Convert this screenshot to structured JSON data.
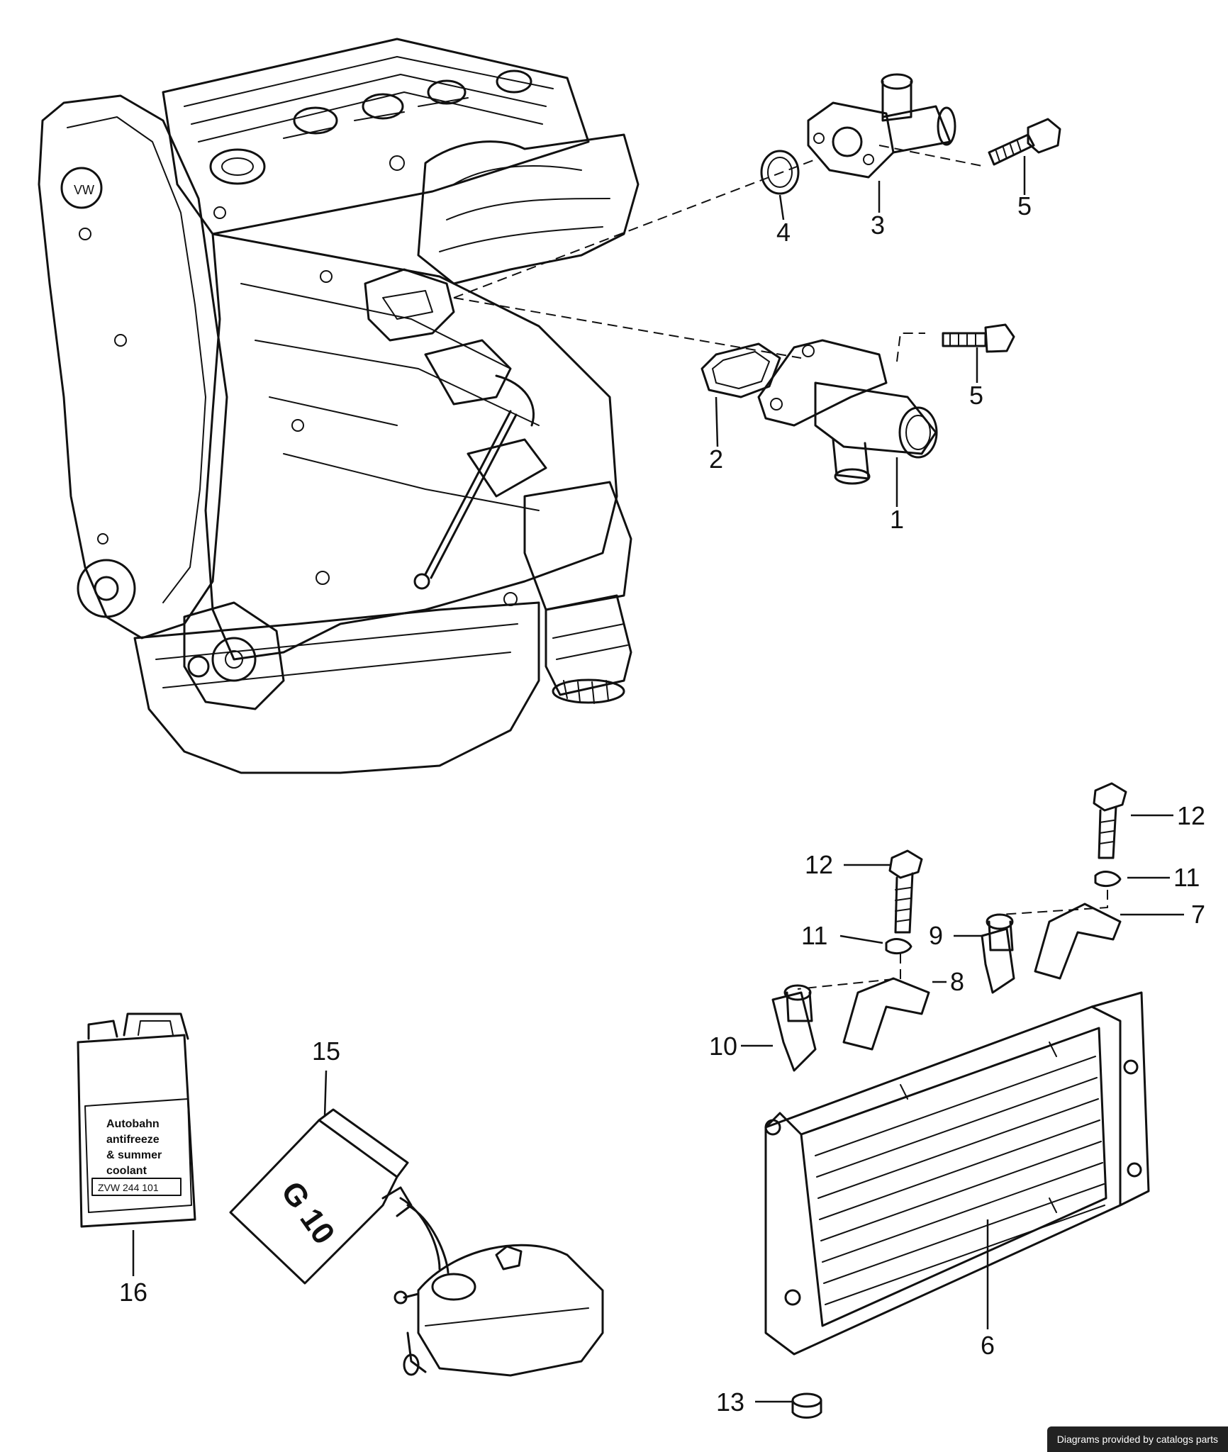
{
  "diagram": {
    "labels": {
      "part_1": "1",
      "part_2": "2",
      "part_3": "3",
      "part_4": "4",
      "part_5a": "5",
      "part_5b": "5",
      "part_6": "6",
      "part_7": "7",
      "part_8": "8",
      "part_9": "9",
      "part_10": "10",
      "part_11a": "11",
      "part_11b": "11",
      "part_12a": "12",
      "part_12b": "12",
      "part_13": "13",
      "part_15": "15",
      "part_16": "16"
    },
    "jug_text": {
      "line1": "Autobahn",
      "line2": "antifreeze",
      "line3": "& summer",
      "line4": "coolant",
      "part_no": "ZVW 244 101"
    },
    "tank_text": "G 10",
    "credit": "Diagrams provided by catalogs parts"
  }
}
